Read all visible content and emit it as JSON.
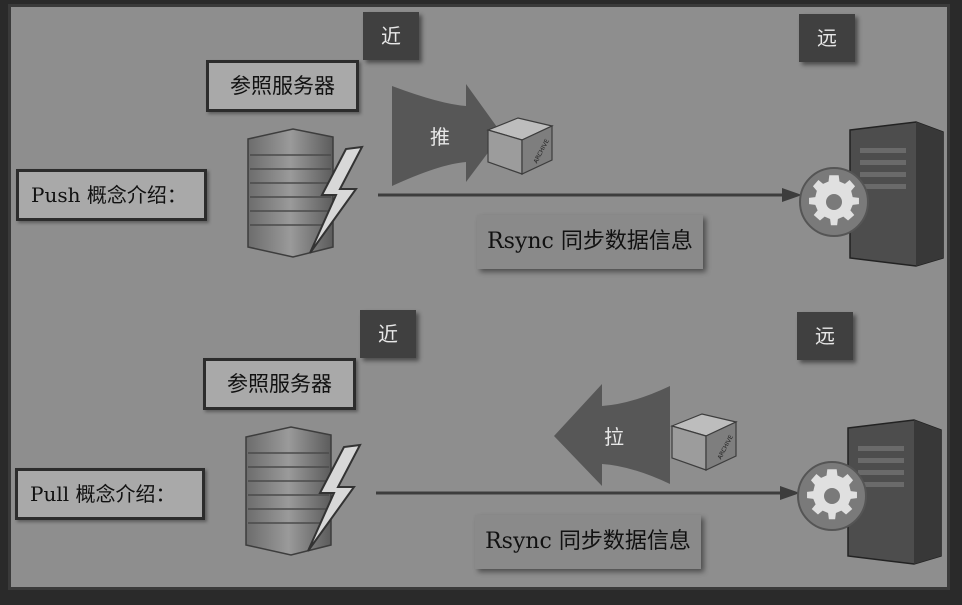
{
  "sections": [
    {
      "near_label": "近",
      "far_label": "远",
      "reference_server": "参照服务器",
      "concept_label": "Push 概念介绍：",
      "action_label": "推",
      "box_text": "ARCHIVE",
      "sync_label": "Rsync 同步数据信息"
    },
    {
      "near_label": "近",
      "far_label": "远",
      "reference_server": "参照服务器",
      "concept_label": "Pull 概念介绍：",
      "action_label": "拉",
      "box_text": "ARCHIVE",
      "sync_label": "Rsync 同步数据信息"
    }
  ],
  "colors": {
    "background": "#8e8e8e",
    "frame": "#3a3a3a",
    "tag": "#404040",
    "arrow": "#555555"
  },
  "icons": [
    "rack-server-icon",
    "lightning-icon",
    "archive-box-icon",
    "tower-server-icon",
    "gear-icon"
  ]
}
